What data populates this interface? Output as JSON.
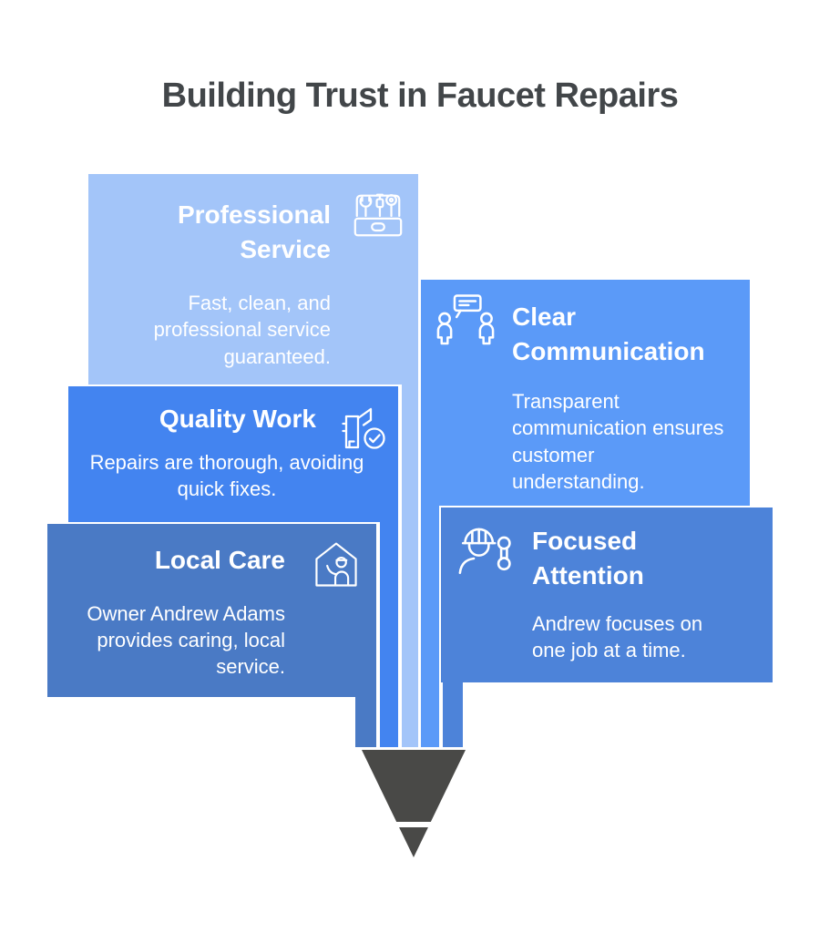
{
  "page": {
    "title": "Building Trust in Faucet Repairs",
    "title_color": "#424649",
    "background_color": "#ffffff"
  },
  "cards": [
    {
      "id": "professional-service",
      "title": "Professional Service",
      "body": "Fast, clean, and professional service guaranteed.",
      "icon": "toolbox-icon",
      "color": "#a3c5f9",
      "text_align": "right"
    },
    {
      "id": "clear-communication",
      "title": "Clear Communication",
      "body": "Transparent communication ensures customer understanding.",
      "icon": "chat-people-icon",
      "color": "#5b9af8",
      "text_align": "left"
    },
    {
      "id": "quality-work",
      "title": "Quality Work",
      "body": "Repairs are thorough, avoiding quick fixes.",
      "icon": "building-check-icon",
      "color": "#4384f0",
      "text_align": "right"
    },
    {
      "id": "local-care",
      "title": "Local Care",
      "body": "Owner Andrew Adams provides caring, local service.",
      "icon": "house-person-icon",
      "color": "#4a7ac5",
      "text_align": "right"
    },
    {
      "id": "focused-attention",
      "title": "Focused Attention",
      "body": "Andrew focuses on one job at a time.",
      "icon": "worker-wrench-icon",
      "color": "#4d83d9",
      "text_align": "left"
    }
  ],
  "pencil": {
    "tip_color": "#494947",
    "stripe_colors": [
      "#4a7ac5",
      "#4384f0",
      "#a3c5f9",
      "#5b9af8",
      "#4d83d9"
    ]
  }
}
